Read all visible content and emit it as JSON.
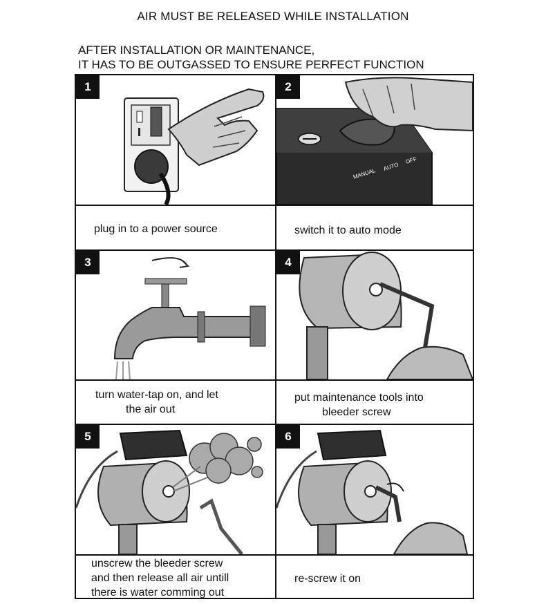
{
  "heading": "AIR MUST BE RELEASED WHILE INSTALLATION",
  "subheading": {
    "line1": "AFTER INSTALLATION OR MAINTENANCE,",
    "line2": "IT HAS TO BE OUTGASSED TO ENSURE PERFECT FUNCTION"
  },
  "pump_labels": {
    "manual": "MANUAL",
    "auto": "AUTO",
    "off": "OFF"
  },
  "steps": [
    {
      "number": "1",
      "caption": [
        "plug in to a power source"
      ]
    },
    {
      "number": "2",
      "caption": [
        "switch it to auto mode"
      ]
    },
    {
      "number": "3",
      "caption": [
        "turn water-tap on, and let",
        "the air out"
      ]
    },
    {
      "number": "4",
      "caption": [
        "put maintenance tools into",
        "bleeder screw"
      ]
    },
    {
      "number": "5",
      "caption": [
        "unscrew the bleeder screw",
        "and then release all air untill",
        "there is water comming out"
      ]
    },
    {
      "number": "6",
      "caption": [
        "re-screw it on"
      ]
    }
  ]
}
